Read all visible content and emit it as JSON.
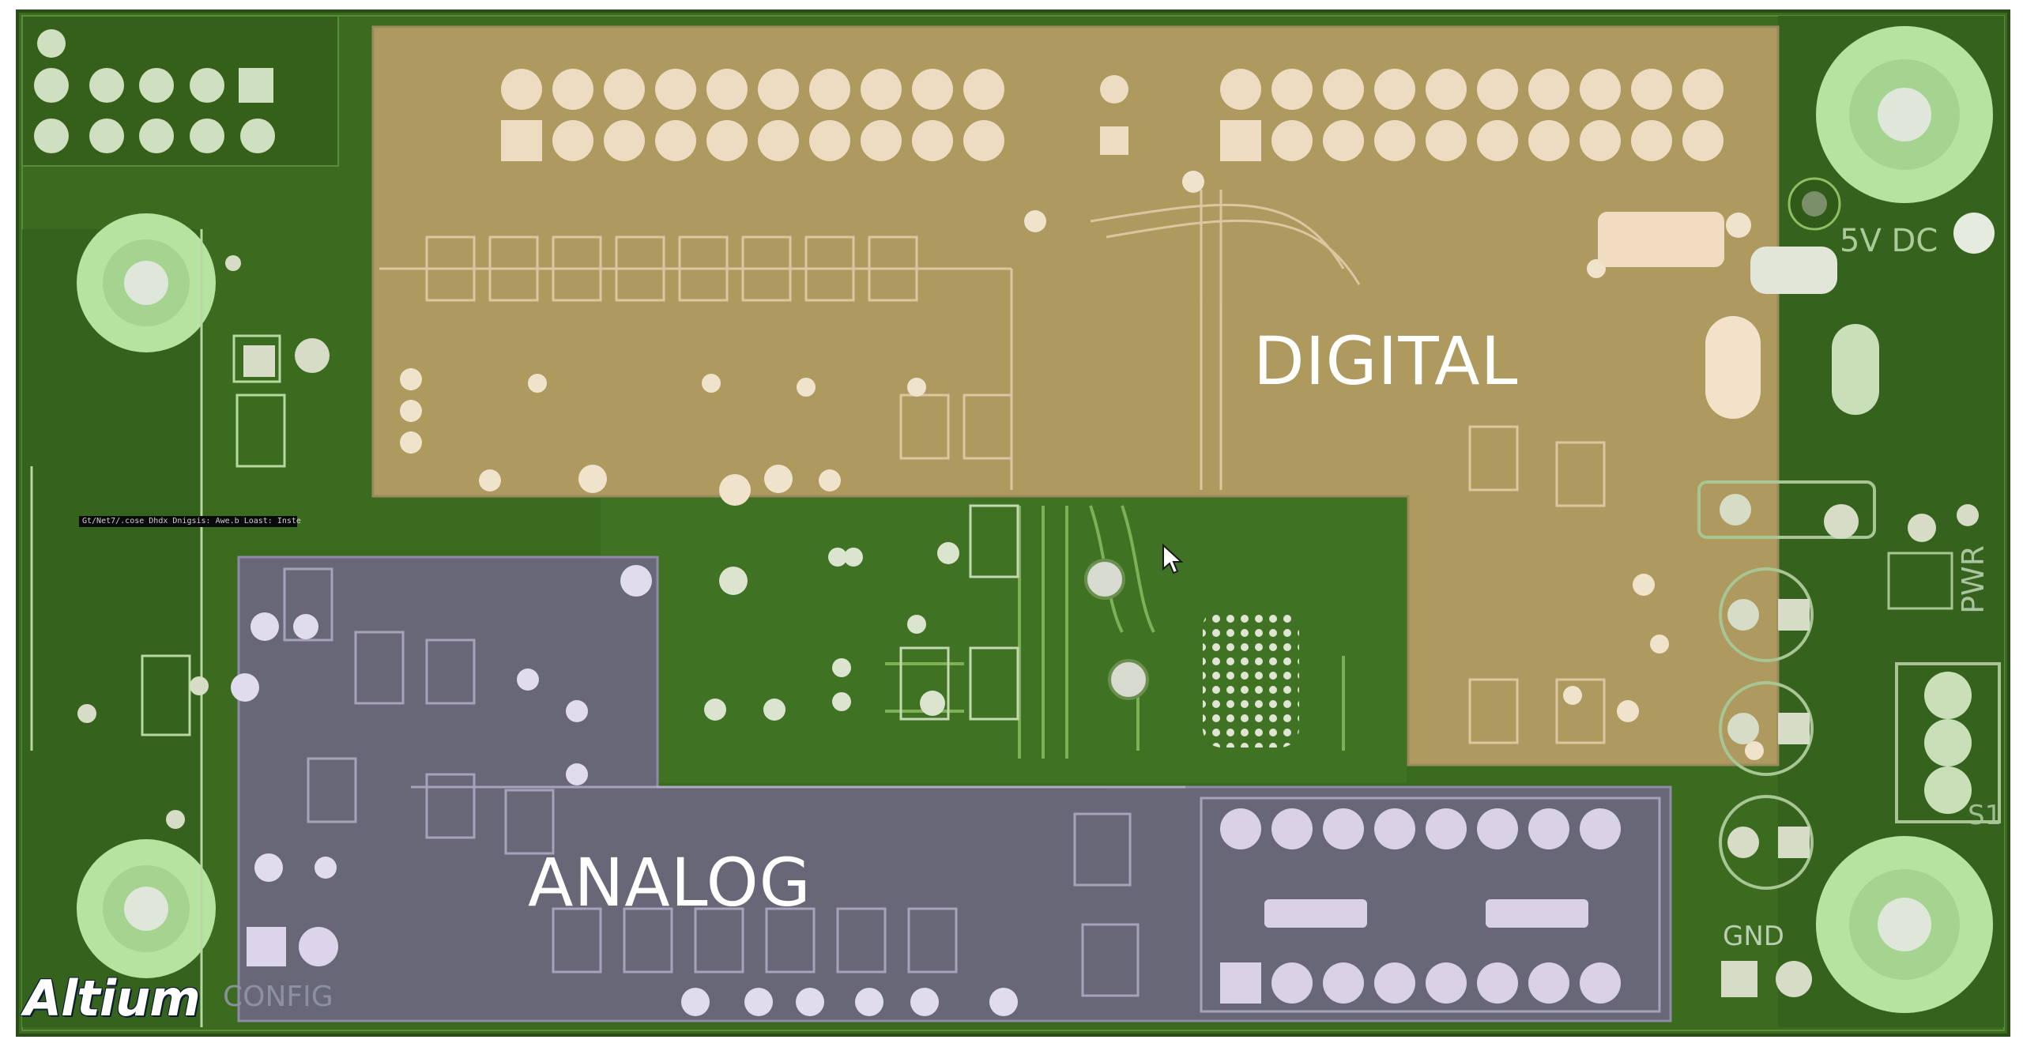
{
  "board": {
    "zones": [
      {
        "label": "DIGITAL",
        "color": "#c8a46c"
      },
      {
        "label": "ANALOG",
        "color": "#6e6785"
      }
    ],
    "colors": {
      "substrate": "#3b6b1f",
      "copper": "#4a7a28",
      "trace": "#6e9a45",
      "pad": "#d6dcc6",
      "mounting_ring": "#b7e3a0",
      "outline": "#2a4d18"
    },
    "silkscreen": {
      "power_jack": "5V DC",
      "ground": "GND",
      "config": "CONFIG",
      "power_header": "PWR",
      "switch": "S1"
    },
    "net_readout": "Gt/Net7/.cose Dhdx Dnigsis: Awe.b Loast: Inste",
    "cursor_icon": "arrow-pointer"
  },
  "logo": {
    "text": "Altium"
  }
}
